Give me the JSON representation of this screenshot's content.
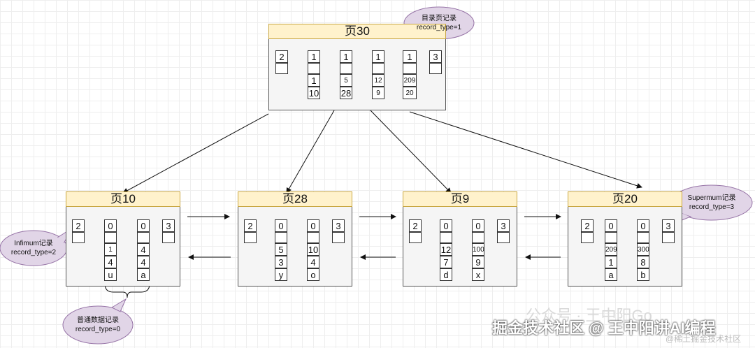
{
  "root_page": {
    "title": "页30",
    "records": [
      {
        "type": "2"
      },
      {
        "type": "1",
        "v1": "1",
        "v2": "10"
      },
      {
        "type": "1",
        "v1": "5",
        "v2": "28"
      },
      {
        "type": "1",
        "v1": "12",
        "v2": "9"
      },
      {
        "type": "1",
        "v1": "209",
        "v2": "20"
      },
      {
        "type": "3"
      }
    ]
  },
  "leaf_pages": [
    {
      "title": "页10",
      "records": [
        {
          "type": "2"
        },
        {
          "type": "0",
          "v1": "1",
          "v2": "4",
          "v3": "u"
        },
        {
          "type": "0",
          "v1": "4",
          "v2": "4",
          "v3": "a"
        },
        {
          "type": "3"
        }
      ]
    },
    {
      "title": "页28",
      "records": [
        {
          "type": "2"
        },
        {
          "type": "0",
          "v1": "5",
          "v2": "3",
          "v3": "y"
        },
        {
          "type": "0",
          "v1": "10",
          "v2": "4",
          "v3": "o"
        },
        {
          "type": "3"
        }
      ]
    },
    {
      "title": "页9",
      "records": [
        {
          "type": "2"
        },
        {
          "type": "0",
          "v1": "12",
          "v2": "7",
          "v3": "d"
        },
        {
          "type": "0",
          "v1": "100",
          "v2": "9",
          "v3": "x"
        },
        {
          "type": "3"
        }
      ]
    },
    {
      "title": "页20",
      "records": [
        {
          "type": "2"
        },
        {
          "type": "0",
          "v1": "209",
          "v2": "1",
          "v3": "a"
        },
        {
          "type": "0",
          "v1": "300",
          "v2": "8",
          "v3": "b"
        },
        {
          "type": "3"
        }
      ]
    }
  ],
  "callouts": {
    "directory": {
      "line1": "目录页记录",
      "line2": "record_type=1"
    },
    "infimum": {
      "line1": "Infimum记录",
      "line2": "record_type=2"
    },
    "supremum": {
      "line1": "Supermum记录",
      "line2": "record_type=3"
    },
    "user": {
      "line1": "普通数据记录",
      "line2": "record_type=0"
    }
  },
  "watermark": {
    "main": "掘金技术社区 @ 王中阳讲AI编程",
    "ghost": "公众号 · 王中阳Go",
    "sub": "@稀土掘金技术社区"
  },
  "colors": {
    "title_fill": "#fff2cc",
    "title_border": "#c9a742",
    "page_fill": "#f5f5f5",
    "callout_fill": "#e1d5e7",
    "callout_border": "#9673a6"
  }
}
